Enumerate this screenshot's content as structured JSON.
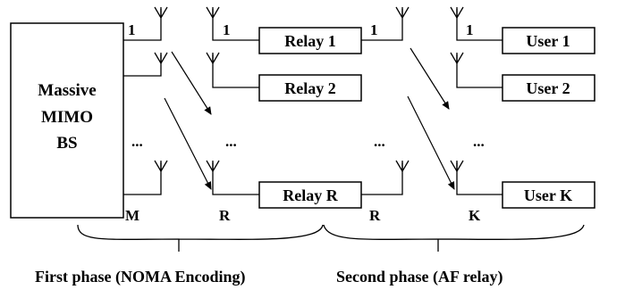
{
  "bs": {
    "line1": "Massive",
    "line2": "MIMO",
    "line3": "BS"
  },
  "relays": {
    "relay_1": "Relay 1",
    "relay_2": "Relay 2",
    "relay_r": "Relay R"
  },
  "users": {
    "user_1": "User 1",
    "user_2": "User 2",
    "user_k": "User K"
  },
  "antenna_labels": {
    "bs_first": "1",
    "bs_last": "M",
    "relay_rx_first": "1",
    "relay_rx_last": "R",
    "relay_tx_first": "1",
    "relay_tx_last": "R",
    "user_first": "1",
    "user_last": "K"
  },
  "ellipsis": "...",
  "phases": {
    "first": "First phase (NOMA Encoding)",
    "second": "Second phase (AF relay)"
  }
}
